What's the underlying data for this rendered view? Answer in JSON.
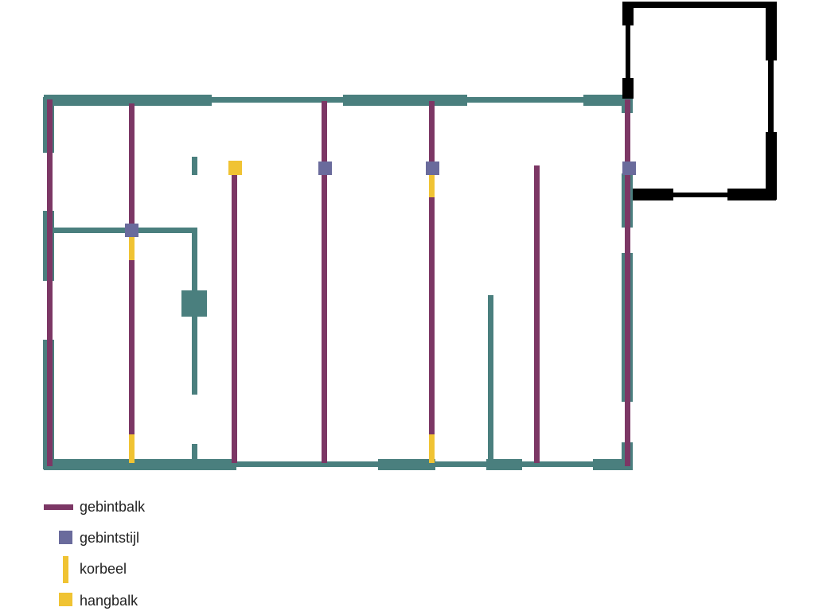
{
  "colors": {
    "wall": "#4a7f7e",
    "gebintbalk": "#7c3765",
    "gebintstijl": "#6a6b9c",
    "korbeel": "#f0c333",
    "hangbalk": "#f0c333",
    "annex": "#000000"
  },
  "legend": {
    "gebintbalk": "gebintbalk",
    "gebintstijl": "gebintstijl",
    "korbeel": "korbeel",
    "hangbalk": "hangbalk"
  }
}
